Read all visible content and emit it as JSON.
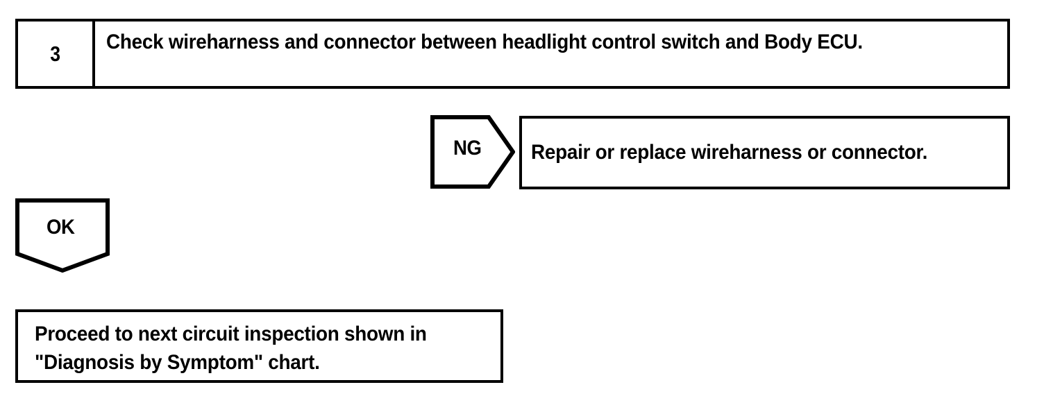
{
  "diagram": {
    "type": "diagnostic-flowchart",
    "background_color": "#ffffff",
    "line_color": "#000000"
  },
  "step": {
    "number": "3",
    "instruction": "Check wireharness and connector between headlight control switch and Body ECU."
  },
  "branches": {
    "ng": {
      "label": "NG",
      "result_text": "Repair or replace wireharness or connector."
    },
    "ok": {
      "label": "OK",
      "result_text": "Proceed to next circuit inspection shown in \"Diagnosis by Symptom\" chart."
    }
  }
}
